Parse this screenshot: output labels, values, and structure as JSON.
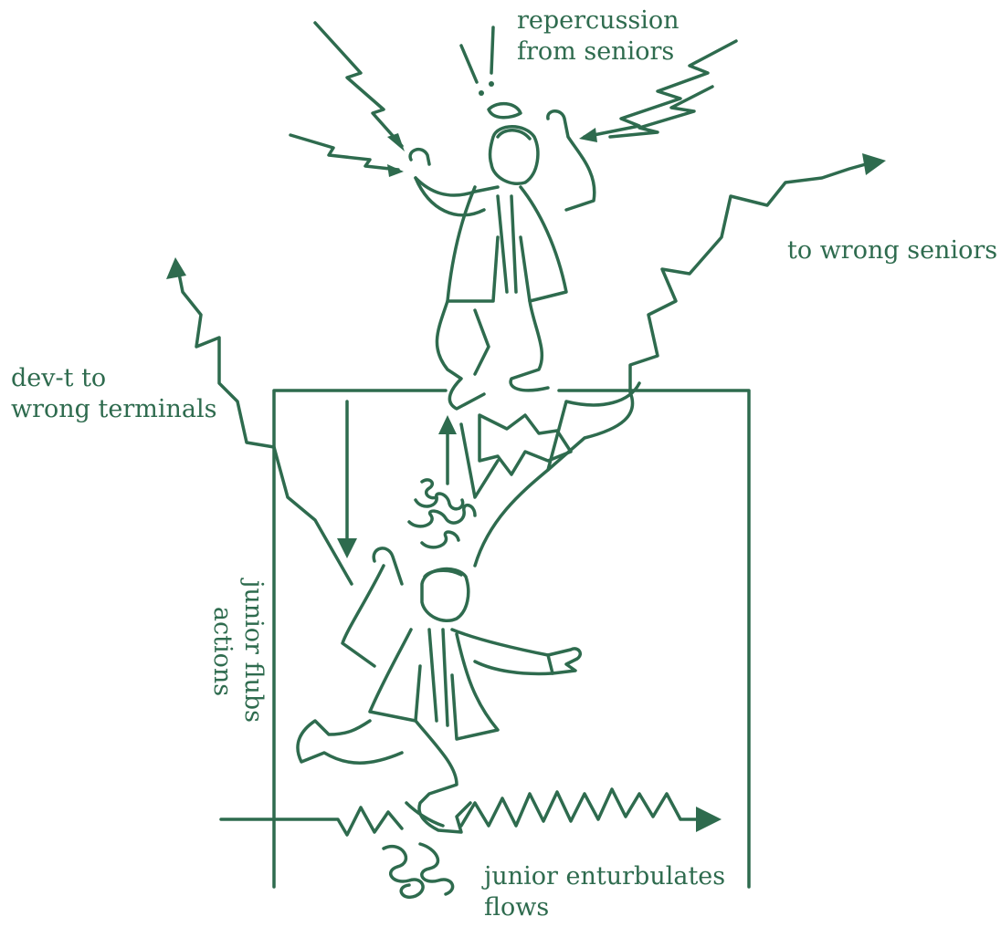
{
  "labels": {
    "top_line1": "repercussion",
    "top_line2": "from seniors",
    "right": "to wrong seniors",
    "left_line1": "dev-t to",
    "left_line2": "wrong terminals",
    "vertical_line1": "junior flubs",
    "vertical_line2": "actions",
    "bottom_line1": "junior enturbulates",
    "bottom_line2": "flows"
  },
  "colors": {
    "ink": "#2e6b4e",
    "background": "#ffffff"
  }
}
